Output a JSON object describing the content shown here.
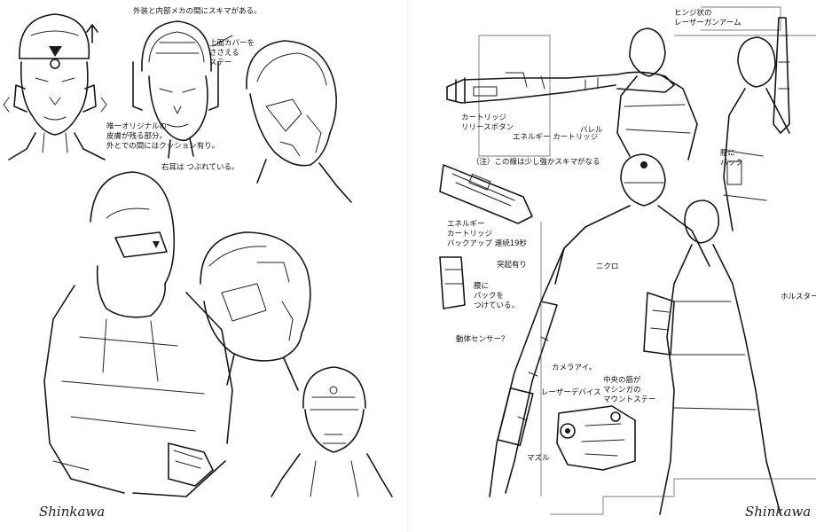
{
  "notes": {
    "top_center": "外装と内部メカの間にスキマがある。",
    "top_cover": "上面カバーを\nささえる\nステー",
    "skin": "唯一オリジナルの\n皮膚が残る部分。\n外とでの間にはクッション有り。",
    "ears": "右耳は つぶれている。",
    "right_title": "ヒンジ状の\nレーザーガンアーム",
    "cartridge_release": "カートリッジ\nリリースボタン",
    "cartridge_2": "エネルギー カートリッジ",
    "barrel": "バレル",
    "fire_note": "（注）この線は少し強かスキマがなる",
    "energy_cart": "エネルギー\nカートリッジ\nバックアップ 連続19秒",
    "belt": "腰に\nバック",
    "belt_2": "腰に\nパックを\nつけている。",
    "mount": "突起有り",
    "mount2": "ホルスター",
    "motion_sensor": "動体センサー？",
    "camera_eye": "カメラアイ。",
    "laser_device": "レーザーデバイス",
    "center_mount": "中央の筋が\nマシンガの\nマウントステー",
    "muzzle": "マズル",
    "slot": "ニクロ"
  },
  "signatures": {
    "left": "Shinkawa",
    "right": "Shinkawa"
  }
}
